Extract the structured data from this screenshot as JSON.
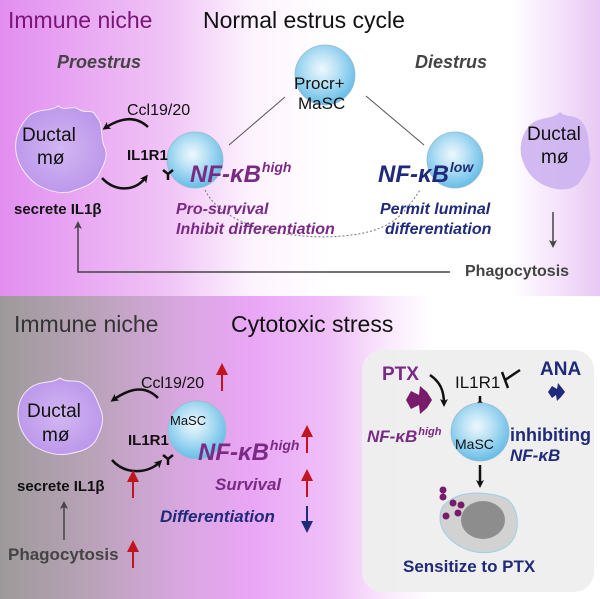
{
  "top": {
    "niche_title": "Immune niche",
    "cycle_title": "Normal estrus cycle",
    "proestrus": "Proestrus",
    "diestrus": "Diestrus",
    "procr_cell_line1": "Procr+",
    "procr_cell_line2": "MaSC",
    "ductal_left_line1": "Ductal",
    "ductal_left_line2": "mø",
    "ductal_right_line1": "Ductal",
    "ductal_right_line2": "mø",
    "ccl": "Ccl19/20",
    "il1r1": "IL1R1",
    "secrete": "secrete IL1β",
    "nfkb_high_base": "NF-κB",
    "nfkb_high_sup": "high",
    "nfkb_low_base": "NF-κB",
    "nfkb_low_sup": "low",
    "prosurvival": "Pro-survival",
    "inhibit": "Inhibit differentiation",
    "permit1": "Permit luminal",
    "permit2": "differentiation",
    "phagocytosis": "Phagocytosis"
  },
  "bottom": {
    "niche_title": "Immune niche",
    "stress_title": "Cytotoxic stress",
    "ductal_line1": "Ductal",
    "ductal_line2": "mø",
    "ccl": "Ccl19/20",
    "masc": "MaSC",
    "il1r1": "IL1R1",
    "nfkb_base": "NF-κB",
    "nfkb_sup": "high",
    "secrete": "secrete IL1β",
    "survival": "Survival",
    "differentiation": "Differentiation",
    "phagocytosis": "Phagocytosis"
  },
  "box": {
    "ptx": "PTX",
    "ana": "ANA",
    "il1r1": "IL1R1",
    "nfkb_base": "NF-κB",
    "nfkb_sup": "high",
    "masc": "MaSC",
    "inhibiting": "inhibiting",
    "inhibiting_nfkb": "NF-κB",
    "sensitize": "Sensitize to PTX"
  },
  "colors": {
    "purple": "#7a2a85",
    "navy": "#1f2a7a",
    "up_arrow": "#c0141e",
    "down_arrow": "#1f2a7a"
  }
}
